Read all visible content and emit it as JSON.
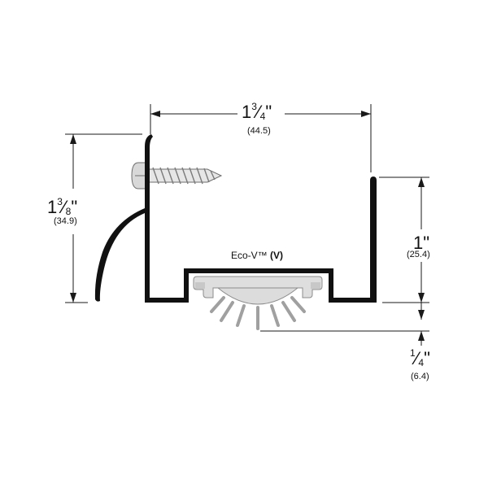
{
  "colors": {
    "line": "#1a1a1a",
    "profile_fill": "#111111",
    "insert_fill": "#ffffff",
    "seal_fill": "#d9d9d9",
    "seal_stroke": "#8c8c8c",
    "screw": "#9a9a9a"
  },
  "icons": {
    "screw": "screw-icon",
    "seal": "eco-v-seal-icon"
  },
  "dimensions": {
    "width": {
      "whole": "1",
      "num": "3",
      "den": "4",
      "unit": "\"",
      "metric": "(44.5)"
    },
    "left_height": {
      "whole": "1",
      "num": "3",
      "den": "8",
      "unit": "\"",
      "metric": "(34.9)"
    },
    "right_height": {
      "whole": "1",
      "unit": "\"",
      "metric": "(25.4)"
    },
    "seal_drop": {
      "num": "1",
      "den": "4",
      "unit": "\"",
      "metric": "(6.4)"
    }
  },
  "product": {
    "name": "Eco-V™",
    "code": "(V)"
  }
}
